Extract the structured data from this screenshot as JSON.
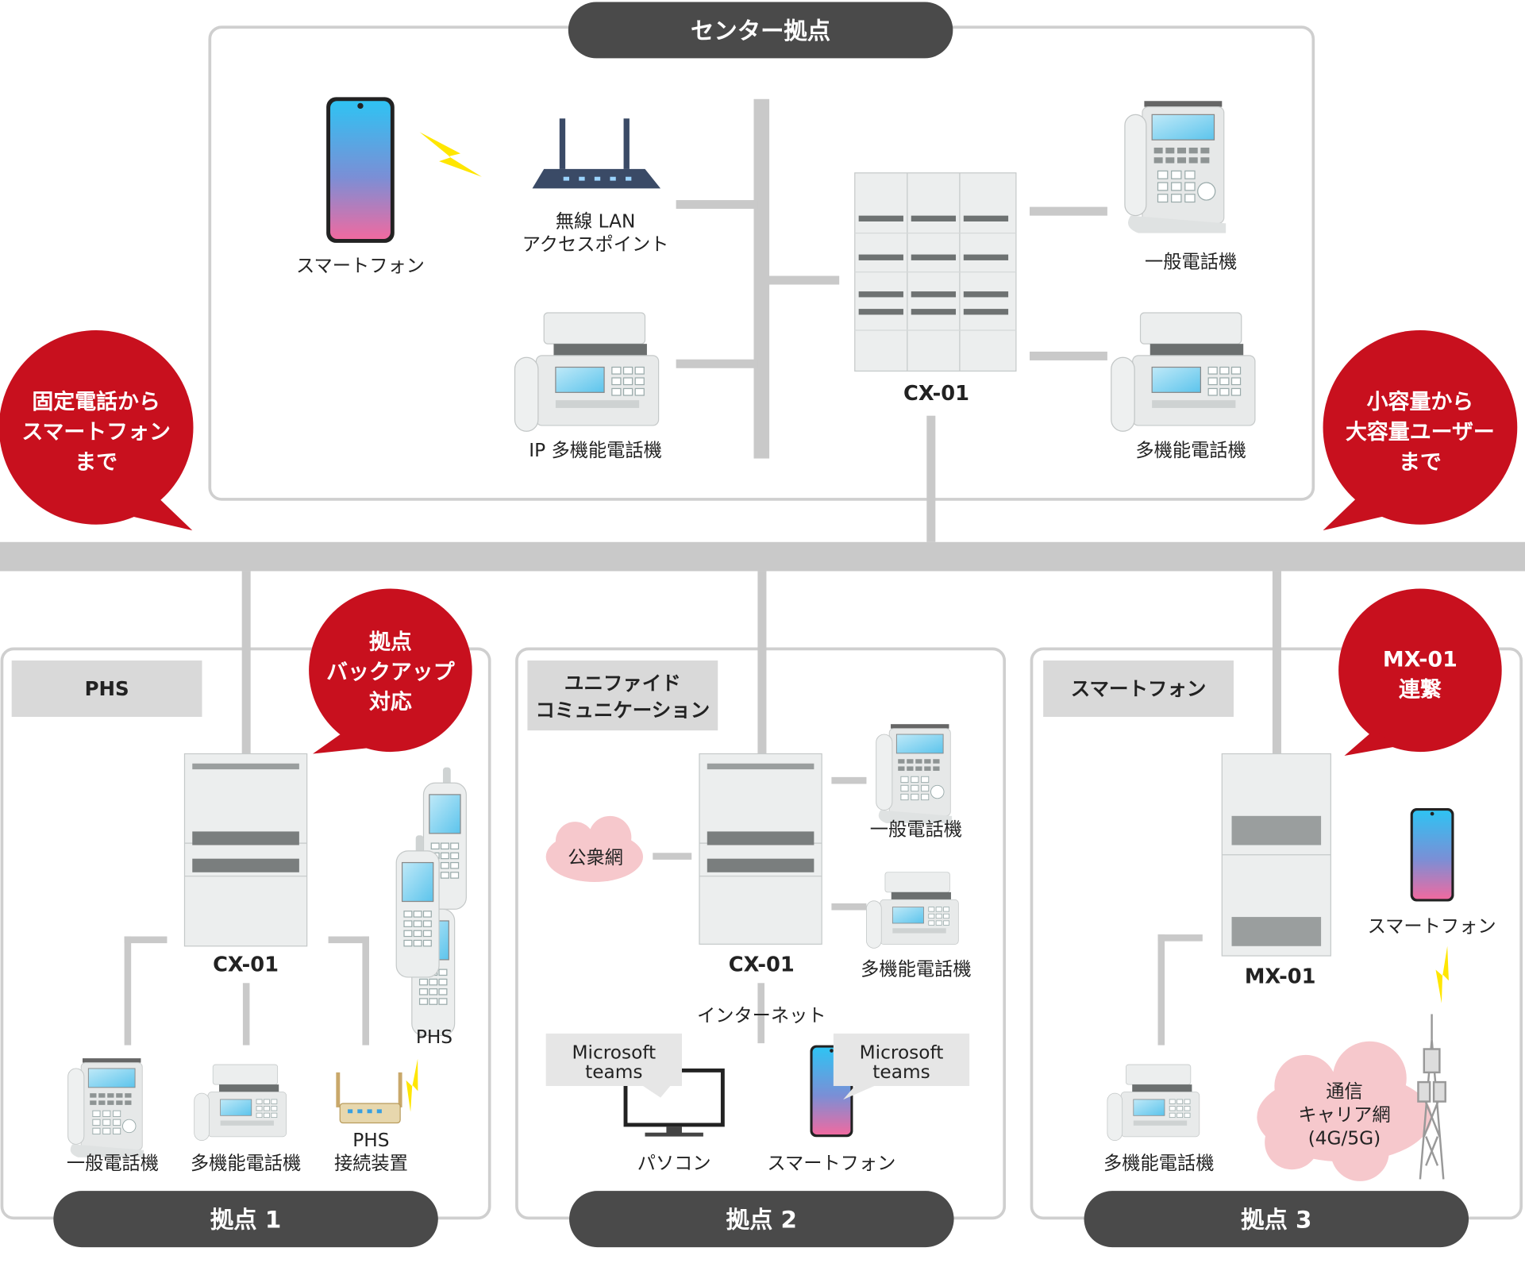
{
  "colors": {
    "pill": "#4a4a4a",
    "bubble": "#c8101e",
    "line": "#c9c9c9",
    "tag": "#d9d9d9",
    "cloud": "#f6c8cc"
  },
  "center": {
    "title": "センター拠点",
    "smartphone_label": "スマートフォン",
    "wlan_label_1": "無線 LAN",
    "wlan_label_2": "アクセスポイント",
    "ip_phone_label": "IP 多機能電話機",
    "cx01_label": "CX-01",
    "general_phone_label": "一般電話機",
    "multi_phone_label": "多機能電話機"
  },
  "bubbles": {
    "left": [
      "固定電話から",
      "スマートフォン",
      "まで"
    ],
    "right": [
      "小容量から",
      "大容量ユーザー",
      "まで"
    ],
    "site1": [
      "拠点",
      "バックアップ",
      "対応"
    ],
    "site3": [
      "MX-01",
      "連繋"
    ]
  },
  "site1": {
    "title": "拠点 1",
    "tag": "PHS",
    "cx01_label": "CX-01",
    "phs_label": "PHS",
    "general_phone_label": "一般電話機",
    "multi_phone_label": "多機能電話機",
    "phs_device_label_1": "PHS",
    "phs_device_label_2": "接続装置"
  },
  "site2": {
    "title": "拠点 2",
    "tag_1": "ユニファイド",
    "tag_2": "コミュニケーション",
    "public_net": "公衆網",
    "cx01_label": "CX-01",
    "general_phone_label": "一般電話機",
    "multi_phone_label": "多機能電話機",
    "internet_label": "インターネット",
    "teams_1_a": "Microsoft",
    "teams_1_b": "teams",
    "teams_2_a": "Microsoft",
    "teams_2_b": "teams",
    "pc_label": "パソコン",
    "smartphone_label": "スマートフォン"
  },
  "site3": {
    "title": "拠点 3",
    "tag": "スマートフォン",
    "mx01_label": "MX-01",
    "smartphone_label": "スマートフォン",
    "multi_phone_label": "多機能電話機",
    "carrier_1": "通信",
    "carrier_2": "キャリア網",
    "carrier_3": "(4G/5G)"
  }
}
